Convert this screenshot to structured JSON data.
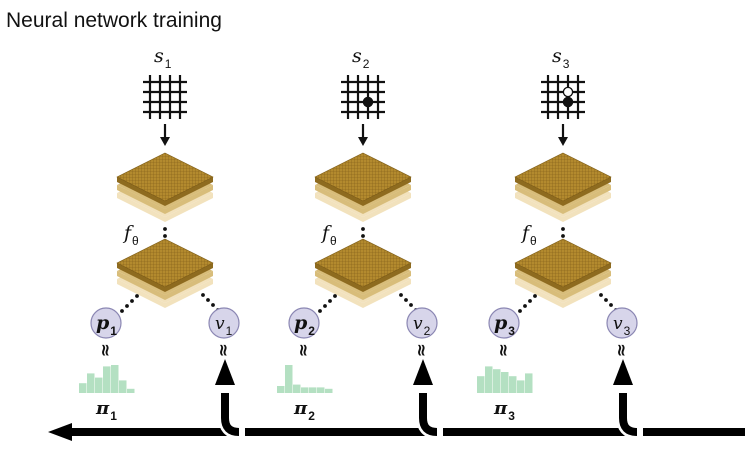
{
  "title": "Neural network training",
  "colors": {
    "layer_dark": "#b38a2e",
    "layer_mid": "#d8bd7a",
    "layer_light": "#f2e2bd",
    "node_fill": "#d7d5ea",
    "node_stroke": "#8b87b3",
    "histogram": "#b4e0c2",
    "arrow": "#000000"
  },
  "steps": [
    {
      "state": {
        "var": "s",
        "sub": "1"
      },
      "network": {
        "var": "f",
        "sub": "θ"
      },
      "policy": {
        "var": "p",
        "sub": "1"
      },
      "value": {
        "var": "v",
        "sub": "1"
      },
      "approx": "≈",
      "target": {
        "var": "π",
        "sub": "1",
        "histogram": [
          0.35,
          0.7,
          0.55,
          0.95,
          1.0,
          0.45,
          0.15
        ]
      },
      "board_stones": []
    },
    {
      "state": {
        "var": "s",
        "sub": "2"
      },
      "network": {
        "var": "f",
        "sub": "θ"
      },
      "policy": {
        "var": "p",
        "sub": "2"
      },
      "value": {
        "var": "v",
        "sub": "2"
      },
      "approx": "≈",
      "target": {
        "var": "π",
        "sub": "2",
        "histogram": [
          0.25,
          1.0,
          0.3,
          0.2,
          0.2,
          0.2,
          0.15
        ]
      },
      "board_stones": [
        {
          "row": 2,
          "col": 2,
          "color": "black"
        }
      ]
    },
    {
      "state": {
        "var": "s",
        "sub": "3"
      },
      "network": {
        "var": "f",
        "sub": "θ"
      },
      "policy": {
        "var": "p",
        "sub": "3"
      },
      "value": {
        "var": "v",
        "sub": "3"
      },
      "approx": "≈",
      "target": {
        "var": "π",
        "sub": "3",
        "histogram": [
          0.6,
          0.95,
          0.85,
          0.75,
          0.6,
          0.45,
          0.7
        ]
      },
      "board_stones": [
        {
          "row": 2,
          "col": 2,
          "color": "black"
        },
        {
          "row": 1,
          "col": 2,
          "color": "white"
        }
      ]
    }
  ]
}
